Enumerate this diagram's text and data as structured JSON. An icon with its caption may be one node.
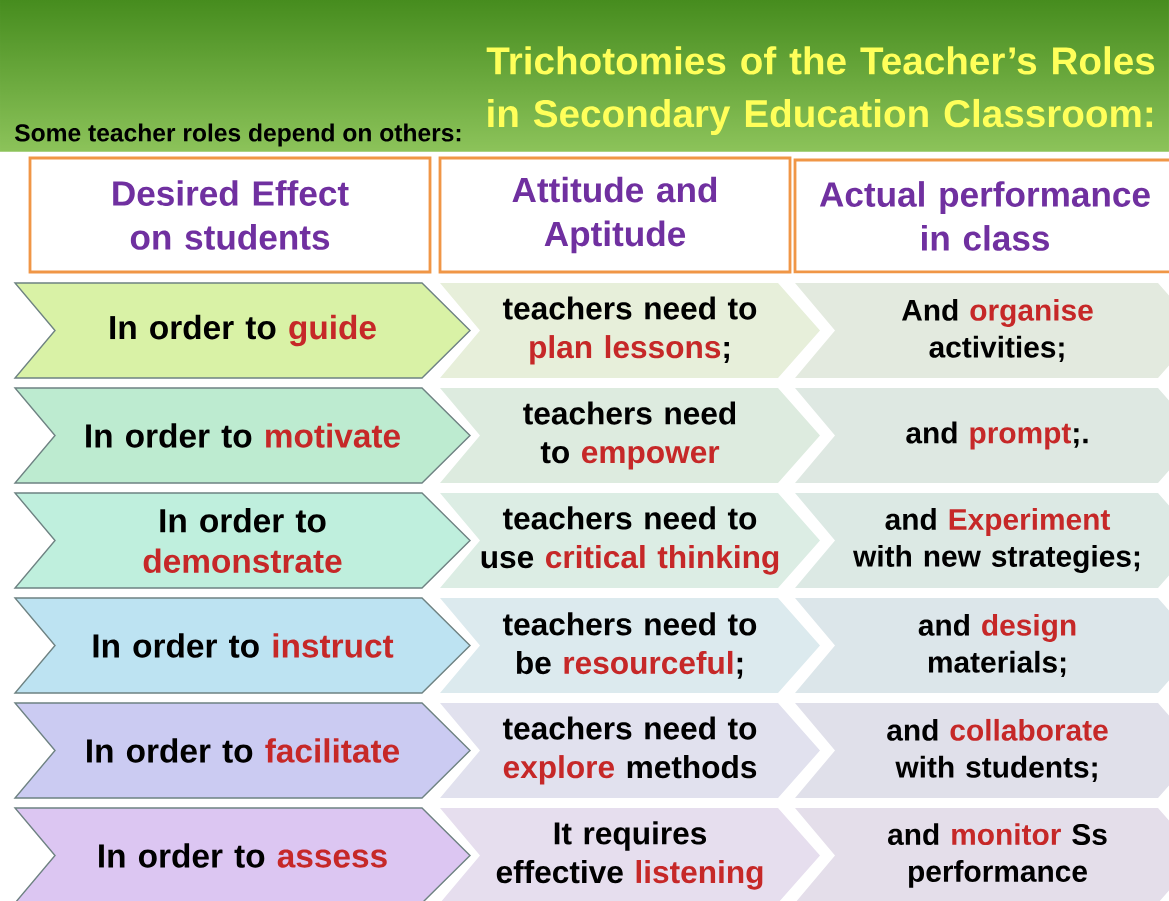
{
  "diagram": {
    "title": "Trichotomies of the Teacher’s Roles in Secondary Education Classroom:",
    "nodes": [
      {
        "text": [
          "Desired Effect on students"
        ]
      },
      {
        "text": [
          "Attitude and Aptitude"
        ]
      },
      {
        "text": [
          "Actual performance in class"
        ]
      },
      {
        "text": [
          "In order to **guide**"
        ]
      },
      {
        "text": [
          "teachers need to **plan lessons**;"
        ]
      },
      {
        "text": [
          "And **organise** activities;"
        ]
      },
      {
        "text": [
          "In order to **motivate**"
        ]
      },
      {
        "text": [
          "teachers need to **empower**"
        ]
      },
      {
        "text": [
          "and **prompt**;."
        ]
      },
      {
        "text": [
          "In order to **demonstrate**"
        ]
      },
      {
        "text": [
          "teachers need to use **critical thinking**"
        ]
      },
      {
        "text": [
          "and **Experiment** with new strategies;"
        ]
      },
      {
        "text": [
          "In order to **instruct**"
        ]
      },
      {
        "text": [
          "teachers need to be **resourceful**;"
        ]
      },
      {
        "text": [
          "and **design** materials;"
        ]
      },
      {
        "text": [
          "In order to **facilitate**"
        ]
      },
      {
        "text": [
          "teachers need to **explore** methods"
        ]
      },
      {
        "text": [
          "and **collaborate** with students;"
        ]
      },
      {
        "text": [
          "In order to **assess**"
        ]
      },
      {
        "text": [
          "It requires effective **listening**"
        ]
      },
      {
        "text": [
          "and **monitor** Ss performance"
        ]
      }
    ],
    "labels": [
      "Some teacher roles depend on others:"
    ]
  }
}
